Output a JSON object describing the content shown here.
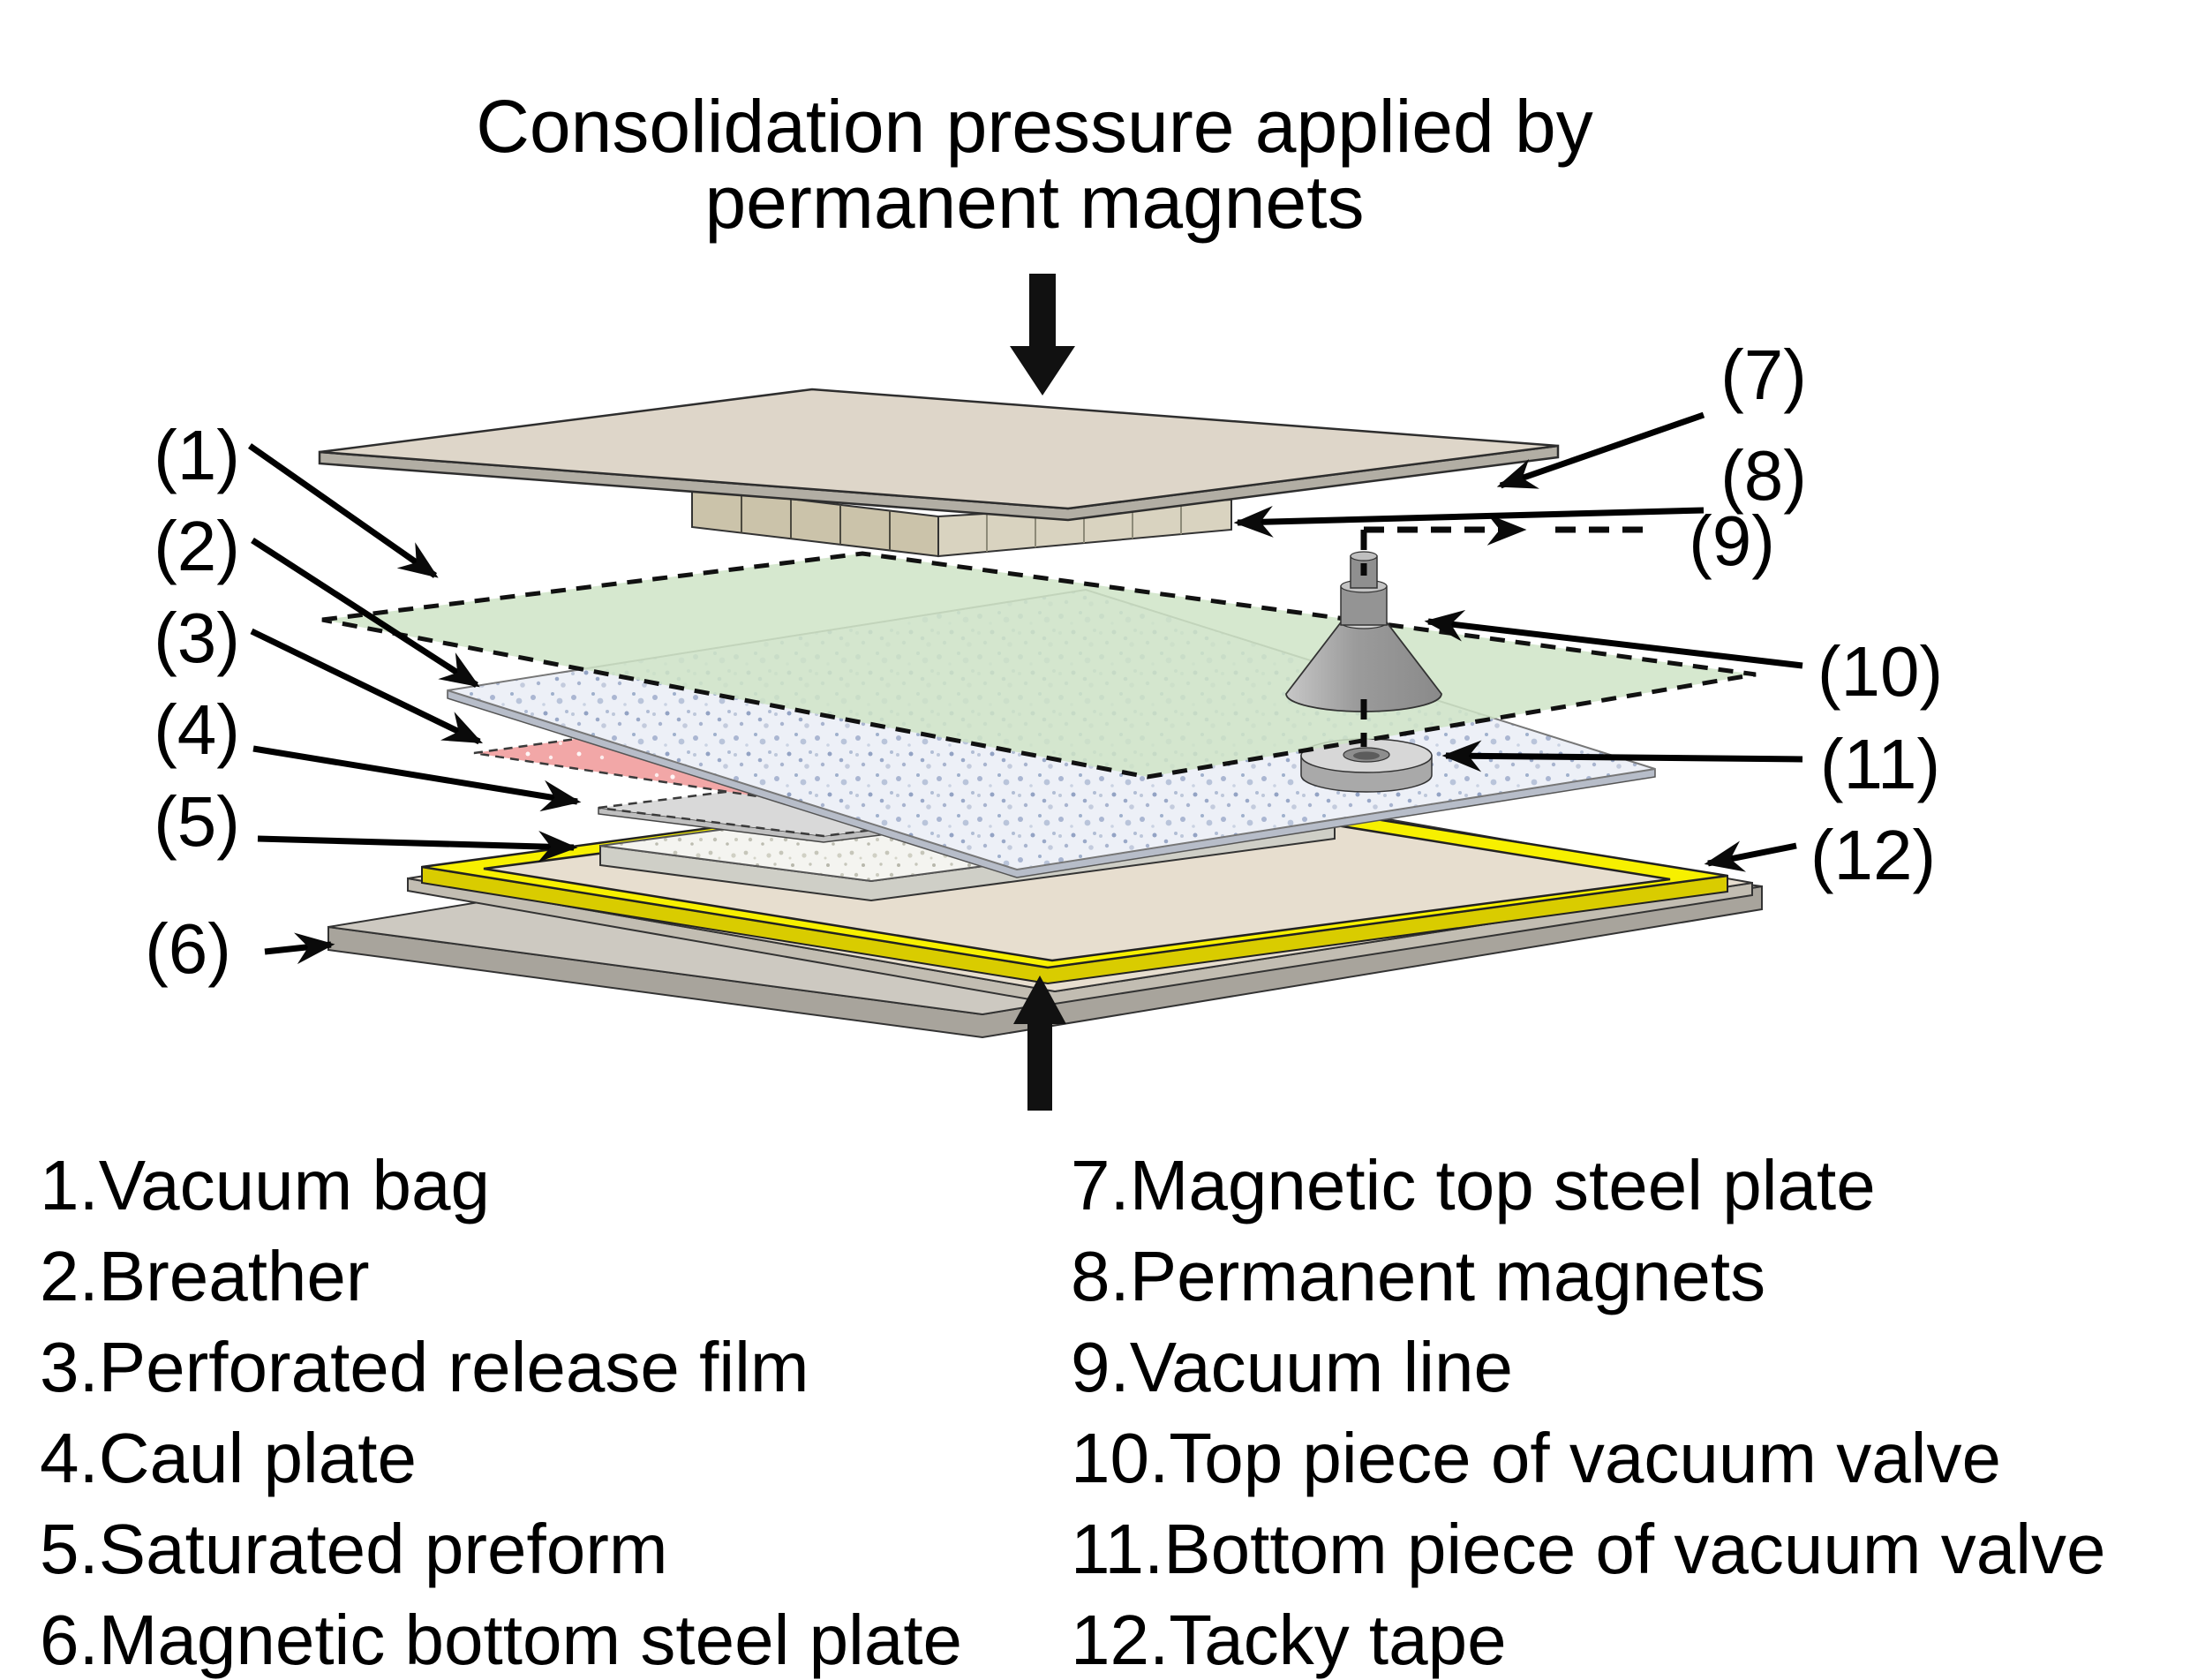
{
  "title": {
    "line1": "Consolidation pressure applied by",
    "line2": "permanent magnets"
  },
  "callouts": {
    "c1": "(1)",
    "c2": "(2)",
    "c3": "(3)",
    "c4": "(4)",
    "c5": "(5)",
    "c6": "(6)",
    "c7": "(7)",
    "c8": "(8)",
    "c9": "(9)",
    "c10": "(10)",
    "c11": "(11)",
    "c12": "(12)"
  },
  "legend": {
    "left": [
      "1.Vacuum bag",
      "2.Breather",
      "3.Perforated release film",
      "4.Caul plate",
      "5.Saturated preform",
      "6.Magnetic bottom steel plate"
    ],
    "right": [
      "7.Magnetic top steel plate",
      "8.Permanent magnets",
      "9.Vacuum line",
      "10.Top piece of vacuum valve",
      "11.Bottom piece of vacuum valve",
      "12.Tacky tape"
    ]
  },
  "colors": {
    "vacuum_bag": "#cfe4c7",
    "breather_base": "#edf0f7",
    "breather_side": "#b7bdc9",
    "release_film": "#f2a7a7",
    "caul_plate": "#d9d9d9",
    "preform": "#f4f4f0",
    "preform_side": "#cfcfc7",
    "top_plate": "#ded6c9",
    "plate_side": "#b2aea4",
    "magnets_front": "#cbc3aa",
    "magnets_side": "#d9d3c0",
    "bottom_plate_top": "#e7decf",
    "bottom_plate_side": "#c2bdb2",
    "base_plate_top": "#cdc9c1",
    "base_plate_side": "#a8a49c",
    "tacky_tape": "#f7f000",
    "tacky_tape_side": "#d9cc00",
    "valve_dark": "#949494",
    "valve_mid": "#a9a9a9",
    "valve_light": "#d7d7d7",
    "pressure_arrow": "#111111"
  }
}
